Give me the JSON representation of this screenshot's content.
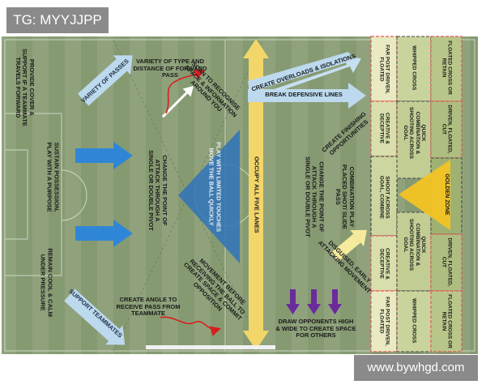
{
  "tag_badge": "TG: MYYJJPP",
  "watermark": "www.bywhgd.com",
  "colors": {
    "pitch": "#8da07b",
    "stripe": "#84976f",
    "blue_arrow": "#2f86d6",
    "light_blue": "#b9d9ef",
    "yellow": "#f3d66a",
    "purple": "#6b2b9c",
    "red": "#d62020"
  },
  "labels": {
    "support_cover": "PROVIDE COVER &\nSUPPORT IF A TEAMMATE\nTRAVELS FORWARD",
    "sustain": "SUSTAIN POSSESSION,\nPLAY WITH A PURPOSE",
    "remain_calm": "REMAIN COOL & CALM\nUNDER PRESSURE",
    "variety_passes": "VARIETY OF PASSES",
    "variety_type": "VARIETY OF TYPE AND\nDISTANCE OF FORWARD\nPASS",
    "scan": "SCAN TO RECOGNISE\nSPACE & INFORMATION\nAROUND YOU",
    "change_point_1": "CHANGE THE POINT OF\nATTACK THROUGH A\nSINGLE OR DOUBLE PIVOT",
    "limited_touches": "PLAY WITH LIMITED TOUCHES\nMOVE THE BALL QUICKLY",
    "occupy_lanes": "OCCUPY ALL FIVE LANES",
    "create_overloads": "CREATE OVERLOADS & ISOLATIONS",
    "break_lines": "BREAK DEFENSIVE LINES",
    "create_finishing": "CREATE FINISHING\nOPPORTUNITIES",
    "change_point_2": "CHANGE THE POINT OF\nATTACK THROUGH A\nSINGLE OR DOUBLE PIVOT",
    "combination_play": "COMBINATION PLAY\nPLACED SHOT/ SLIDE\nPASS",
    "movement_before": "MOVEMENT BEFORE\nRECEIVING THE BALL TO\nCREATE SPACE & COMMIT\nOPPOSITION",
    "disguised": "DISGUISED, EARLY\nATTACKING MOVEMENT",
    "support_teammates": "SUPPORT TEAMMATES",
    "create_angle": "CREATE ANGLE TO\nRECEIVE PASS FROM\nTEAMMATE",
    "draw_opponents": "DRAW OPPONENTS HIGH\n& WIDE TO CREATE SPACE\nFOR OTHERS"
  },
  "zones": {
    "far_post_top": "FAR POST DRIVEN,\nFLOATED",
    "creative_top": "CREATIVE &\nDECEPTIVE",
    "shoot_across": "SHOOT ACROSS\nGOAL, COMBINE",
    "creative_bottom": "CREATIVE &\nDECEPTIVE",
    "far_post_bottom": "FAR POST DRIVEN,\nFLOATED",
    "whipped_top": "WHIPPED CROSS",
    "quick_combo_top": "QUICK\nCOMBINATION &\nSHOOTING ACROSS\nGOAL",
    "quick_combo_bottom": "QUICK\nCOMBINATION &\nSHOOTING ACROSS\nGOAL",
    "whipped_bottom": "WHIPPED CROSS",
    "floated_top": "FLOATED CROSS OR\nRETAIN",
    "driven_top": "DRIVEN, FLOATED,\nCUT",
    "golden_zone": "GOLDEN ZONE",
    "driven_bottom": "DRIVEN, FLOATED,\nCUT",
    "floated_bottom": "FLOATED CROSS OR\nRETAIN"
  }
}
